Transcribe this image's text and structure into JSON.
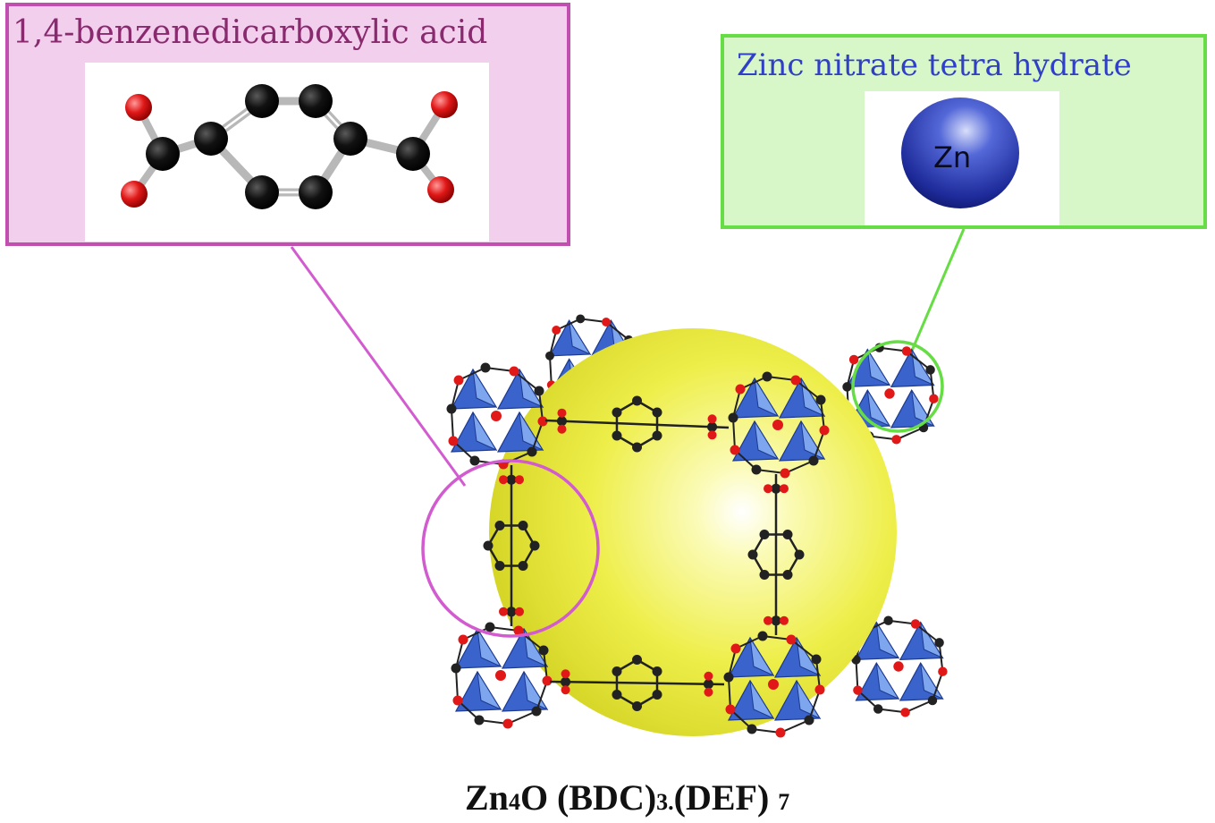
{
  "left_box": {
    "title": "1,4-benzenedicarboxylic acid",
    "border_color": "#c04fb0",
    "fill_color": "#f3cfee"
  },
  "right_box": {
    "title": "Zinc nitrate tetra hydrate",
    "atom_label": "Zn",
    "border_color": "#66dd44",
    "fill_color": "#d8f7c8"
  },
  "formula": {
    "part1": "Zn",
    "sub1": "4",
    "part2": "O (BDC)",
    "sub2": "3.",
    "part3": "(DEF)",
    "sub3": "7"
  },
  "colors": {
    "carbon": "#111111",
    "oxygen": "#e02020",
    "zn_polyhedra": "#3a63cc",
    "pore_sphere": "#f0f046",
    "zinc_atom": "#2233aa"
  }
}
